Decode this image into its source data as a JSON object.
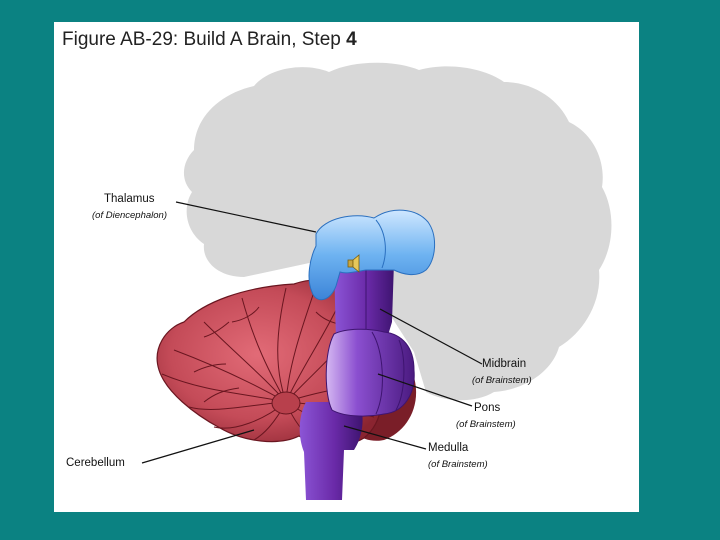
{
  "title": {
    "prefix": "Figure AB-29: Build A Brain, Step ",
    "step": "4"
  },
  "labels": {
    "thalamus": {
      "name": "Thalamus",
      "sub": "(of Diencephalon)"
    },
    "midbrain": {
      "name": "Midbrain",
      "sub": "(of Brainstem)"
    },
    "pons": {
      "name": "Pons",
      "sub": "(of Brainstem)"
    },
    "medulla": {
      "name": "Medulla",
      "sub": "(of Brainstem)"
    },
    "cerebellum": {
      "name": "Cerebellum"
    }
  },
  "colors": {
    "background": "#0b8282",
    "cerebrum": "#d8d8d8",
    "thalamus": "#5aa8ec",
    "brainstem": "#6a2aa8",
    "cerebellum": "#c65460"
  },
  "icons": [
    "speaker-icon"
  ]
}
